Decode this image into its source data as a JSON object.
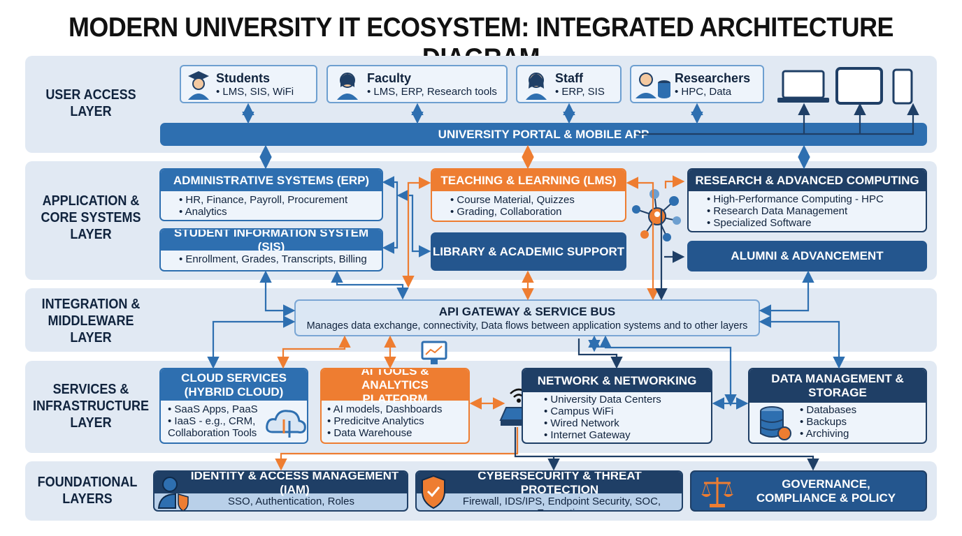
{
  "title": "MODERN UNIVERSITY IT ECOSYSTEM: INTEGRATED ARCHITECTURE DIAGRAM",
  "layers": {
    "user": "USER ACCESS LAYER",
    "app": "APPLICATION & CORE SYSTEMS LAYER",
    "integration": "INTEGRATION & MIDDLEWARE LAYER",
    "services": "SERVICES & INFRASTRUCTURE LAYER",
    "foundational": "FOUNDATIONAL LAYERS"
  },
  "users": [
    {
      "name": "Students",
      "desc": "LMS, SIS, WiFi",
      "icon": "graduate-icon"
    },
    {
      "name": "Faculty",
      "desc": "LMS, ERP, Research tools",
      "icon": "faculty-icon"
    },
    {
      "name": "Staff",
      "desc": "ERP, SIS",
      "icon": "staff-icon"
    },
    {
      "name": "Researchers",
      "desc": "HPC, Data",
      "icon": "researcher-icon"
    }
  ],
  "devices": [
    "laptop-icon",
    "tablet-icon",
    "phone-icon"
  ],
  "portal": "UNIVERSITY PORTAL & MOBILE APP",
  "erp": {
    "title": "ADMINISTRATIVE SYSTEMS (ERP)",
    "items": [
      "HR, Finance, Payroll, Procurement",
      "Analytics"
    ]
  },
  "sis": {
    "title": "STUDENT INFORMATION SYSTEM (SIS)",
    "items": [
      "Enrollment, Grades, Transcripts, Billing"
    ]
  },
  "lms": {
    "title": "TEACHING & LEARNING (LMS)",
    "items": [
      "Course Material, Quizzes",
      "Grading, Collaboration"
    ]
  },
  "library": {
    "title": "LIBRARY & ACADEMIC SUPPORT"
  },
  "research": {
    "title": "RESEARCH & ADVANCED COMPUTING",
    "items": [
      "High-Performance Computing - HPC",
      "Research Data Management",
      "Specialized Software"
    ]
  },
  "alumni": {
    "title": "ALUMNI & ADVANCEMENT"
  },
  "api": {
    "title": "API GATEWAY & SERVICE BUS",
    "desc": "Manages data exchange, connectivity, Data flows between application systems and to other layers"
  },
  "cloud": {
    "title": "CLOUD SERVICES (HYBRID CLOUD)",
    "items": [
      "SaaS Apps, PaaS",
      "IaaS - e.g., CRM, Collaboration Tools"
    ]
  },
  "ai": {
    "title": "AI TOOLS & ANALYTICS PLATFORM",
    "items": [
      "AI models, Dashboards",
      "Predicitve Analytics",
      "Data Warehouse"
    ]
  },
  "network": {
    "title": "NETWORK & NETWORKING",
    "items": [
      "University Data Centers",
      "Campus WiFi",
      "Wired Network",
      "Internet Gateway"
    ]
  },
  "data": {
    "title": "DATA MANAGEMENT & STORAGE",
    "items": [
      "Databases",
      "Backups",
      "Archiving"
    ]
  },
  "iam": {
    "title": "IDENTITY & ACCESS MANAGEMENT (IAM)",
    "desc": "SSO, Authentication, Roles"
  },
  "cyber": {
    "title": "CYBERSECURITY & THREAT PROTECTION",
    "desc": "Firewall, IDS/IPS, Endpoint Security, SOC, Encryption"
  },
  "gov": {
    "title": "GOVERNANCE, COMPLIANCE & POLICY"
  },
  "colors": {
    "blue": "#2e6fb0",
    "navy": "#1f3f66",
    "orange": "#ee7d31",
    "band": "#e1e9f3"
  }
}
